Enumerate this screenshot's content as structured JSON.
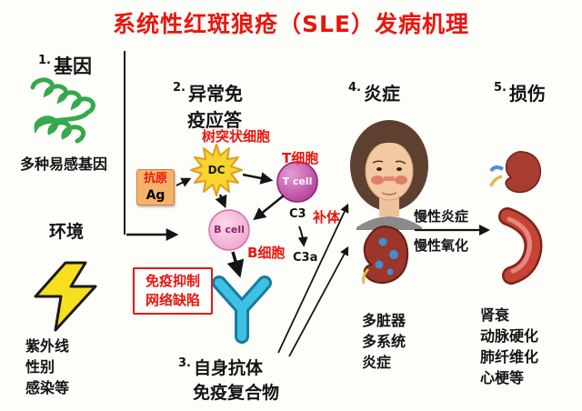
{
  "title": "系统性红斑狼疮（SLE）发病机理",
  "sections": {
    "genes": {
      "number": "1.",
      "label": "基因",
      "caption": "多种易感基因"
    },
    "environment": {
      "label": "环境",
      "factors": [
        "紫外线",
        "性别",
        "感染等"
      ]
    },
    "immune_response": {
      "number": "2.",
      "label_line1": "异常免",
      "label_line2": "疫应答",
      "dendritic_cell_cn": "树突状细胞",
      "dendritic_cell_abbr": "DC",
      "antigen_cn": "抗原",
      "antigen_abbr": "Ag",
      "t_cell_cn": "T细胞",
      "t_cell_en": "T cell",
      "b_cell_cn": "B细胞",
      "b_cell_en": "B cell",
      "complement_c3": "C3",
      "complement_cn": "补体",
      "complement_c3a": "C3a",
      "defect_line1": "免疫抑制",
      "defect_line2": "网络缺陷"
    },
    "autoantibody": {
      "number": "3.",
      "line1": "自身抗体",
      "line2": "免疫复合物"
    },
    "inflammation": {
      "number": "4.",
      "label": "炎症",
      "caption": [
        "多脏器",
        "多系统",
        "炎症"
      ]
    },
    "damage": {
      "number": "5.",
      "label": "损伤",
      "chronic_inflammation": "慢性炎症",
      "chronic_oxidation": "慢性氧化",
      "outcomes": [
        "肾衰",
        "动脉硬化",
        "肺纤维化",
        "心梗等"
      ]
    }
  },
  "colors": {
    "title": "#e8160c",
    "highlight_red": "#e8160c",
    "gene_green": "#35a94c",
    "lightning_yellow": "#f6df1e",
    "dc_yellow": "#f7d42e",
    "antigen_box": "#f7b269",
    "t_cell": "#b13a97",
    "b_cell": "#ef9fc9",
    "antibody_cyan": "#3ec1e3",
    "kidney_red": "#9c352a",
    "inflammation_blue": "#3f8fd4"
  }
}
